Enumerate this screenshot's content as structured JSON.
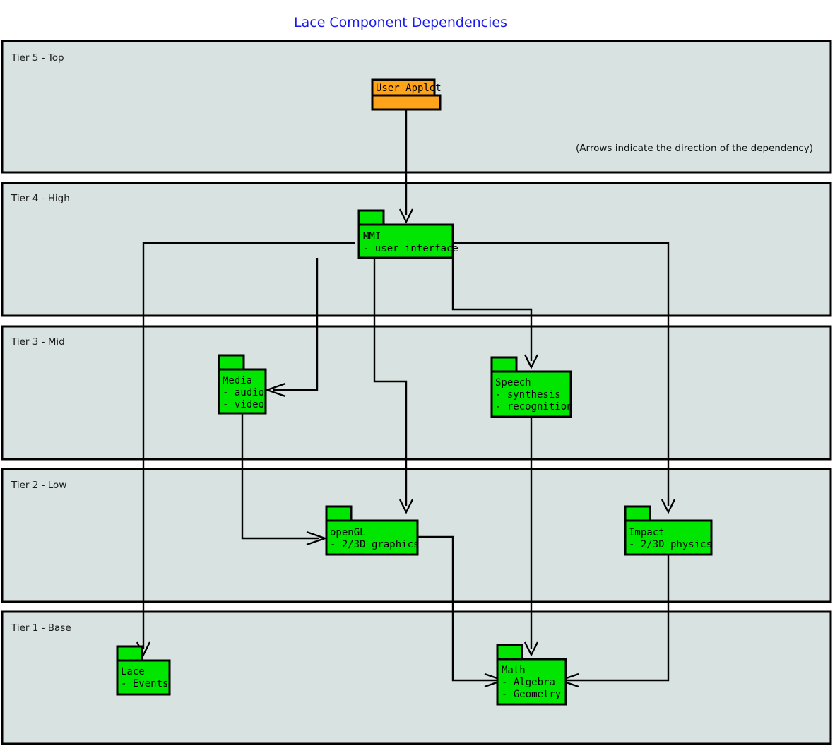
{
  "title": "Lace Component Dependencies",
  "note": "(Arrows indicate the direction of the dependency)",
  "colors": {
    "title": "#1a1aee",
    "tier_fill": "#d8e2e1",
    "package_green": "#00e600",
    "package_orange": "#ffa31a",
    "stroke": "#000000"
  },
  "tiers": [
    {
      "id": "tier5",
      "label": "Tier 5 - Top"
    },
    {
      "id": "tier4",
      "label": "Tier 4 - High"
    },
    {
      "id": "tier3",
      "label": "Tier 3 - Mid"
    },
    {
      "id": "tier2",
      "label": "Tier 2 - Low"
    },
    {
      "id": "tier1",
      "label": "Tier 1 - Base"
    }
  ],
  "packages": [
    {
      "id": "user-applet",
      "tier": "Tier 5 - Top",
      "name": "User Applet",
      "items": [],
      "color": "#ffa31a"
    },
    {
      "id": "mmi",
      "tier": "Tier 4 - High",
      "name": "MMI",
      "items": [
        "- user interface"
      ],
      "color": "#00e600"
    },
    {
      "id": "media",
      "tier": "Tier 3 - Mid",
      "name": "Media",
      "items": [
        "- audio",
        "- video"
      ],
      "color": "#00e600"
    },
    {
      "id": "speech",
      "tier": "Tier 3 - Mid",
      "name": "Speech",
      "items": [
        "- synthesis",
        "- recognition"
      ],
      "color": "#00e600"
    },
    {
      "id": "opengl",
      "tier": "Tier 2 - Low",
      "name": "openGL",
      "items": [
        "- 2/3D graphics"
      ],
      "color": "#00e600"
    },
    {
      "id": "impact",
      "tier": "Tier 2 - Low",
      "name": "Impact",
      "items": [
        "- 2/3D physics"
      ],
      "color": "#00e600"
    },
    {
      "id": "lace",
      "tier": "Tier 1 - Base",
      "name": "Lace",
      "items": [
        "- Events"
      ],
      "color": "#00e600"
    },
    {
      "id": "math",
      "tier": "Tier 1 - Base",
      "name": "Math",
      "items": [
        "- Algebra",
        "- Geometry"
      ],
      "color": "#00e600"
    }
  ],
  "dependencies": [
    {
      "from": "User Applet",
      "to": "MMI"
    },
    {
      "from": "MMI",
      "to": "Media"
    },
    {
      "from": "MMI",
      "to": "Speech"
    },
    {
      "from": "MMI",
      "to": "openGL"
    },
    {
      "from": "MMI",
      "to": "Impact"
    },
    {
      "from": "MMI",
      "to": "Lace"
    },
    {
      "from": "Media",
      "to": "openGL"
    },
    {
      "from": "Speech",
      "to": "Math"
    },
    {
      "from": "openGL",
      "to": "Math"
    },
    {
      "from": "Impact",
      "to": "Math"
    }
  ]
}
